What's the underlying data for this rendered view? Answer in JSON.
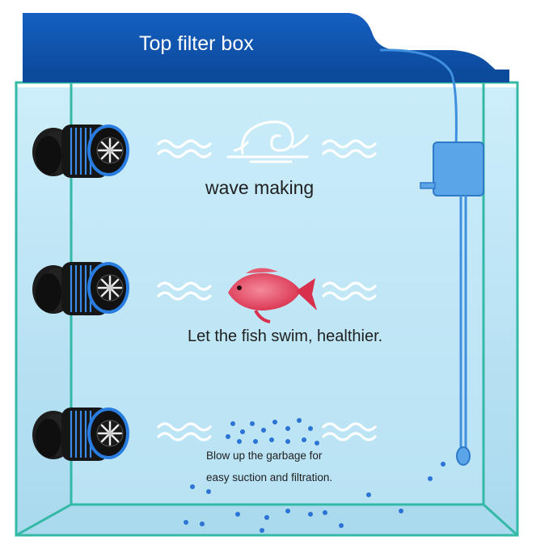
{
  "labels": {
    "filter_box": "Top filter box",
    "wave_making": "wave making",
    "fish_swim": "Let the fish swim, healthier.",
    "garbage_line1": "Blow up the garbage for",
    "garbage_line2": "easy suction and filtration."
  },
  "colors": {
    "filter_box": "#0d4da6",
    "water": "#bfe6f5",
    "glass_edge": "#2fb8a6",
    "pump_body": "#1b1b1b",
    "pump_ring": "#2a7de0",
    "wave_icon": "#ffffff",
    "fish": "#e8405a",
    "bubbles": "#2b74d6"
  },
  "icons": {
    "pump": "wave-pump-icon",
    "wave": "wave-lines-icon",
    "swirl": "wave-swirl-icon",
    "fish": "arowana-fish-icon",
    "bubbles": "bubble-dots-icon",
    "filter": "hang-on-filter-icon"
  }
}
